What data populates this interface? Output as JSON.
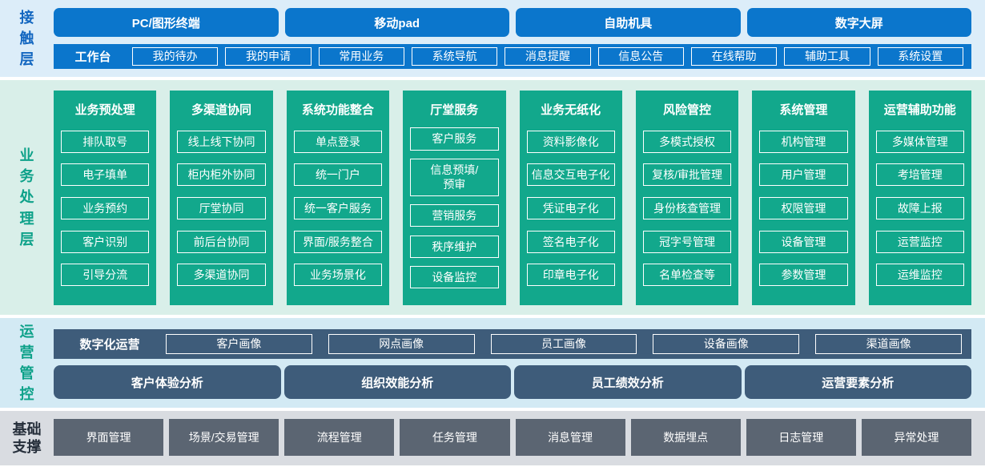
{
  "layers": {
    "contact": {
      "label": "接触层",
      "channels": [
        "PC/图形终端",
        "移动pad",
        "自助机具",
        "数字大屏"
      ],
      "workbench": {
        "label": "工作台",
        "items": [
          "我的待办",
          "我的申请",
          "常用业务",
          "系统导航",
          "消息提醒",
          "信息公告",
          "在线帮助",
          "辅助工具",
          "系统设置"
        ]
      }
    },
    "business": {
      "label": "业务处理层",
      "columns": [
        {
          "title": "业务预处理",
          "items": [
            "排队取号",
            "电子填单",
            "业务预约",
            "客户识别",
            "引导分流"
          ]
        },
        {
          "title": "多渠道协同",
          "items": [
            "线上线下协同",
            "柜内柜外协同",
            "厅堂协同",
            "前后台协同",
            "多渠道协同"
          ]
        },
        {
          "title": "系统功能整合",
          "items": [
            "单点登录",
            "统一门户",
            "统一客户服务",
            "界面/服务整合",
            "业务场景化"
          ]
        },
        {
          "title": "厅堂服务",
          "items": [
            "客户服务",
            "信息预填/\n预审",
            "营销服务",
            "秩序维护",
            "设备监控"
          ]
        },
        {
          "title": "业务无纸化",
          "items": [
            "资料影像化",
            "信息交互电子化",
            "凭证电子化",
            "签名电子化",
            "印章电子化"
          ]
        },
        {
          "title": "风险管控",
          "items": [
            "多模式授权",
            "复核/审批管理",
            "身份核查管理",
            "冠字号管理",
            "名单检查等"
          ]
        },
        {
          "title": "系统管理",
          "items": [
            "机构管理",
            "用户管理",
            "权限管理",
            "设备管理",
            "参数管理"
          ]
        },
        {
          "title": "运营辅助功能",
          "items": [
            "多媒体管理",
            "考培管理",
            "故障上报",
            "运营监控",
            "运维监控"
          ]
        }
      ]
    },
    "operation": {
      "label": "运营管控",
      "digital_row": {
        "label": "数字化运营",
        "items": [
          "客户画像",
          "网点画像",
          "员工画像",
          "设备画像",
          "渠道画像"
        ]
      },
      "analysis_row": [
        "客户体验分析",
        "组织效能分析",
        "员工绩效分析",
        "运营要素分析"
      ]
    },
    "foundation": {
      "label": "基础支撑",
      "items": [
        "界面管理",
        "场景/交易管理",
        "流程管理",
        "任务管理",
        "消息管理",
        "数据埋点",
        "日志管理",
        "异常处理"
      ]
    }
  },
  "colors": {
    "blue": "#0b76cc",
    "teal": "#12a88c",
    "slate": "#3e5c7a",
    "gray": "#5b6572",
    "bg-contact": "#dcedf9",
    "bg-business": "#d9efe9",
    "bg-operation": "#d3eaf4",
    "bg-foundation": "#d9dce1",
    "label-blue": "#1266c0",
    "label-teal": "#0da189",
    "label-dark": "#262f3b"
  }
}
